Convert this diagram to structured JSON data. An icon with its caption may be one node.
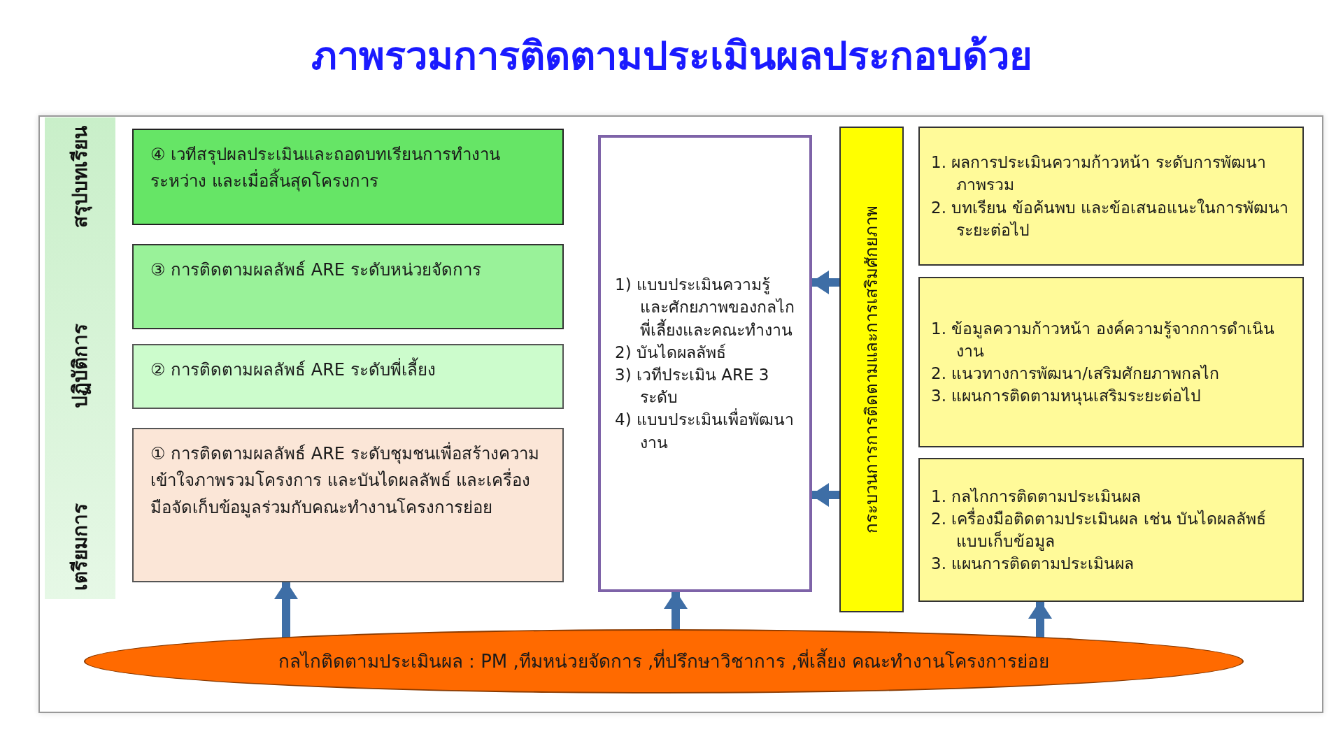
{
  "diagram": {
    "title": "ภาพรวมการติดตามประเมินผลประกอบด้วย",
    "nodes": [
      {
        "text": [
          "สรุปบทเรียน",
          "ปฏิบัติการ",
          "เตรียมการ"
        ]
      },
      {
        "text": [
          "④ เวทีสรุปผลประเมินและถอดบทเรียนการทำงานระหว่าง และเมื่อสิ้นสุดโครงการ"
        ]
      },
      {
        "text": [
          "③ การติดตามผลลัพธ์ ARE ระดับหน่วยจัดการ"
        ]
      },
      {
        "text": [
          "② การติดตามผลลัพธ์ ARE ระดับพี่เลี้ยง"
        ]
      },
      {
        "text": [
          "① การติดตามผลลัพธ์ ARE ระดับชุมชนเพื่อสร้างความเข้าใจภาพรวมโครงการ และบันไดผลลัพธ์ และเครื่องมือจัดเก็บข้อมูลร่วมกับคณะทำงานโครงการย่อย"
        ]
      },
      {
        "text": [
          "1) แบบประเมินความรู้และศักยภาพของกลไกพี่เลี้ยงและคณะทำงาน",
          "2) บันไดผลลัพธ์",
          "3) เวทีประเมิน ARE 3 ระดับ",
          "4) แบบประเมินเพื่อพัฒนางาน"
        ]
      },
      {
        "text": [
          "กระบวนการการติดตามและการเสริมศักยภาพ"
        ]
      },
      {
        "text": [
          "1. ผลการประเมินความก้าวหน้า ระดับการพัฒนาภาพรวม",
          "2. บทเรียน ข้อค้นพบ และข้อเสนอแนะในการพัฒนาระยะต่อไป"
        ]
      },
      {
        "text": [
          "1. ข้อมูลความก้าวหน้า องค์ความรู้จากการดำเนินงาน",
          "2. แนวทางการพัฒนา/เสริมศักยภาพกลไก",
          "3. แผนการติดตามหนุนเสริมระยะต่อไป"
        ]
      },
      {
        "text": [
          "1. กลไกการติดตามประเมินผล",
          "2. เครื่องมือติดตามประเมินผล เช่น บันไดผลลัพธ์ แบบเก็บข้อมูล",
          "3. แผนการติดตามประเมินผล"
        ]
      },
      {
        "text": [
          "กลไกติดตามประเมินผล : PM ,ทีมหน่วยจัดการ ,ที่ปรึกษาวิชาการ ,พี่เลี้ยง คณะทำงานโครงการย่อย"
        ]
      }
    ],
    "edges": [
      {
        "from": 10,
        "to": 4,
        "arrow": "to"
      },
      {
        "from": 10,
        "to": 5,
        "arrow": "to"
      },
      {
        "from": 10,
        "to": 9,
        "arrow": "to"
      },
      {
        "from": 6,
        "to": 5,
        "arrow": "to"
      },
      {
        "from": 6,
        "to": 5,
        "arrow": "to"
      }
    ]
  }
}
